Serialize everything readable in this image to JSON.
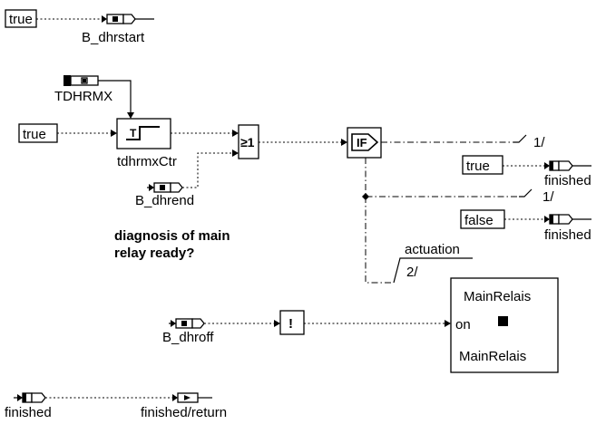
{
  "const_true_top": "true",
  "sig_dhrstart": "B_dhrstart",
  "param_tdhrmx": "TDHRMX",
  "const_true_mid": "true",
  "timer_instance": "tdhrmxCtr",
  "timer_symbol": "T",
  "or_symbol": "≥1",
  "sig_dhrend": "B_dhrend",
  "comment_line1": "diagnosis of main",
  "comment_line2": "relay ready?",
  "if_symbol": "IF",
  "branch1_label": "1/",
  "branch2_label": "1/",
  "branch3_label": "2/",
  "const_true_out": "true",
  "out_finished_1": "finished",
  "const_false_out": "false",
  "out_finished_2": "finished",
  "actuation_label": "actuation",
  "sig_dhroff": "B_dhroff",
  "not_symbol": "!",
  "mainrelais_top": "MainRelais",
  "mainrelais_on": "on",
  "mainrelais_bottom": "MainRelais",
  "sig_finished_in": "finished",
  "sig_finished_return": "finished/return"
}
